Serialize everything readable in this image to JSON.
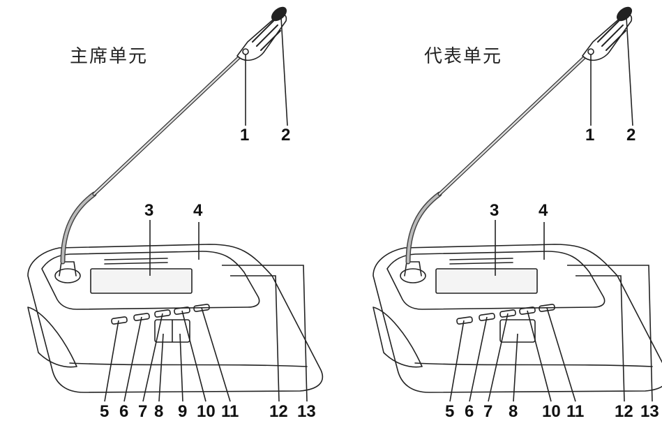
{
  "left_unit": {
    "title": "主席单元",
    "callouts": [
      "1",
      "2",
      "3",
      "4",
      "5",
      "6",
      "7",
      "8",
      "9",
      "10",
      "11",
      "12",
      "13"
    ]
  },
  "right_unit": {
    "title": "代表单元",
    "callouts": [
      "1",
      "2",
      "3",
      "4",
      "5",
      "6",
      "7",
      "8",
      "10",
      "11",
      "12",
      "13"
    ]
  },
  "colors": {
    "line": "#222222",
    "body_fill": "#ffffff",
    "screen": "#f4f4f4"
  }
}
